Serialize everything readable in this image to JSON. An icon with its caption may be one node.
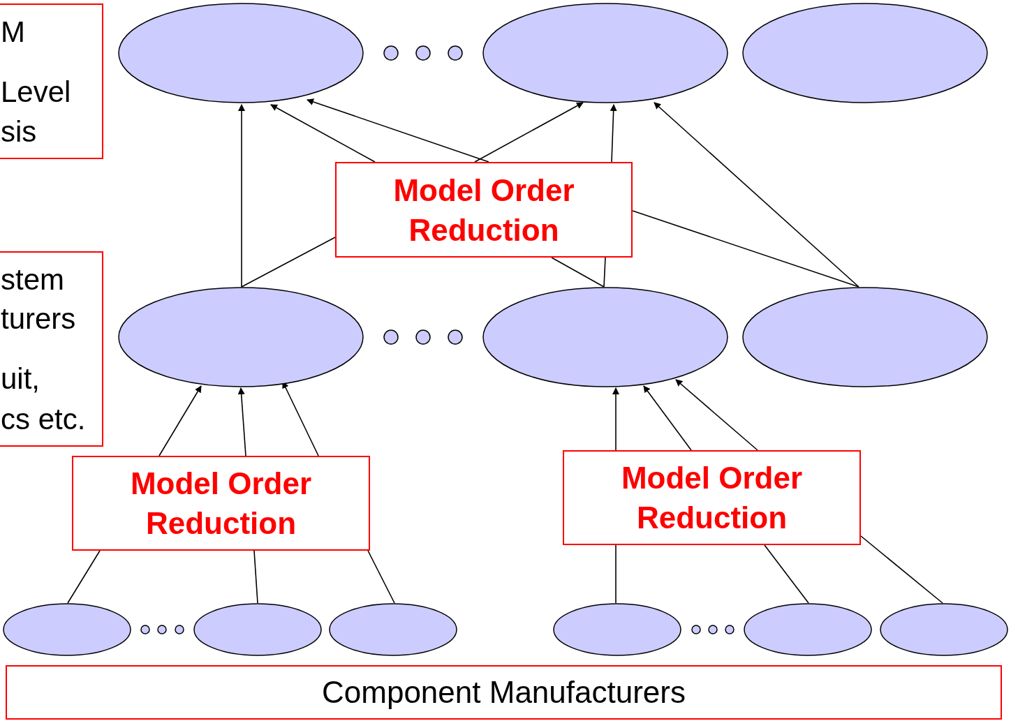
{
  "diagram": {
    "nodes": [
      {
        "text": [
          "M",
          "Level",
          "sis"
        ]
      },
      {
        "text": [],
        "shape": "ellipse"
      },
      {
        "text": [],
        "shape": "ellipse"
      },
      {
        "text": [],
        "shape": "ellipse"
      },
      {
        "text": [
          "Model Order Reduction"
        ]
      },
      {
        "text": [
          "stem",
          "turers",
          "uit,",
          "cs etc."
        ]
      },
      {
        "text": [],
        "shape": "ellipse"
      },
      {
        "text": [],
        "shape": "ellipse"
      },
      {
        "text": [],
        "shape": "ellipse"
      },
      {
        "text": [
          "Model Order Reduction"
        ]
      },
      {
        "text": [
          "Model Order Reduction"
        ]
      },
      {
        "text": [],
        "shape": "ellipse"
      },
      {
        "text": [],
        "shape": "ellipse"
      },
      {
        "text": [],
        "shape": "ellipse"
      },
      {
        "text": [],
        "shape": "ellipse"
      },
      {
        "text": [],
        "shape": "ellipse"
      },
      {
        "text": [],
        "shape": "ellipse"
      },
      {
        "text": [
          "Component Manufacturers"
        ]
      }
    ],
    "edges": [
      {
        "from": 6,
        "to": 1,
        "arrow": "to"
      },
      {
        "from": 4,
        "to": 1,
        "arrow": "to"
      },
      {
        "from": 4,
        "to": 1,
        "arrow": "to"
      },
      {
        "from": 4,
        "to": 2,
        "arrow": "to"
      },
      {
        "from": 4,
        "to": 2,
        "arrow": "to"
      },
      {
        "from": 8,
        "to": 2,
        "arrow": "to"
      },
      {
        "from": 6,
        "to": 4,
        "arrow": "none"
      },
      {
        "from": 7,
        "to": 4,
        "arrow": "none"
      },
      {
        "from": 7,
        "to": 4,
        "arrow": "none"
      },
      {
        "from": 8,
        "to": 4,
        "arrow": "none"
      },
      {
        "from": 9,
        "to": 6,
        "arrow": "to"
      },
      {
        "from": 9,
        "to": 6,
        "arrow": "to"
      },
      {
        "from": 9,
        "to": 6,
        "arrow": "to"
      },
      {
        "from": 11,
        "to": 9,
        "arrow": "none"
      },
      {
        "from": 12,
        "to": 9,
        "arrow": "none"
      },
      {
        "from": 13,
        "to": 9,
        "arrow": "none"
      },
      {
        "from": 10,
        "to": 7,
        "arrow": "to"
      },
      {
        "from": 10,
        "to": 7,
        "arrow": "to"
      },
      {
        "from": 10,
        "to": 7,
        "arrow": "to"
      },
      {
        "from": 14,
        "to": 10,
        "arrow": "none"
      },
      {
        "from": 15,
        "to": 10,
        "arrow": "none"
      },
      {
        "from": 16,
        "to": 10,
        "arrow": "none"
      }
    ]
  }
}
